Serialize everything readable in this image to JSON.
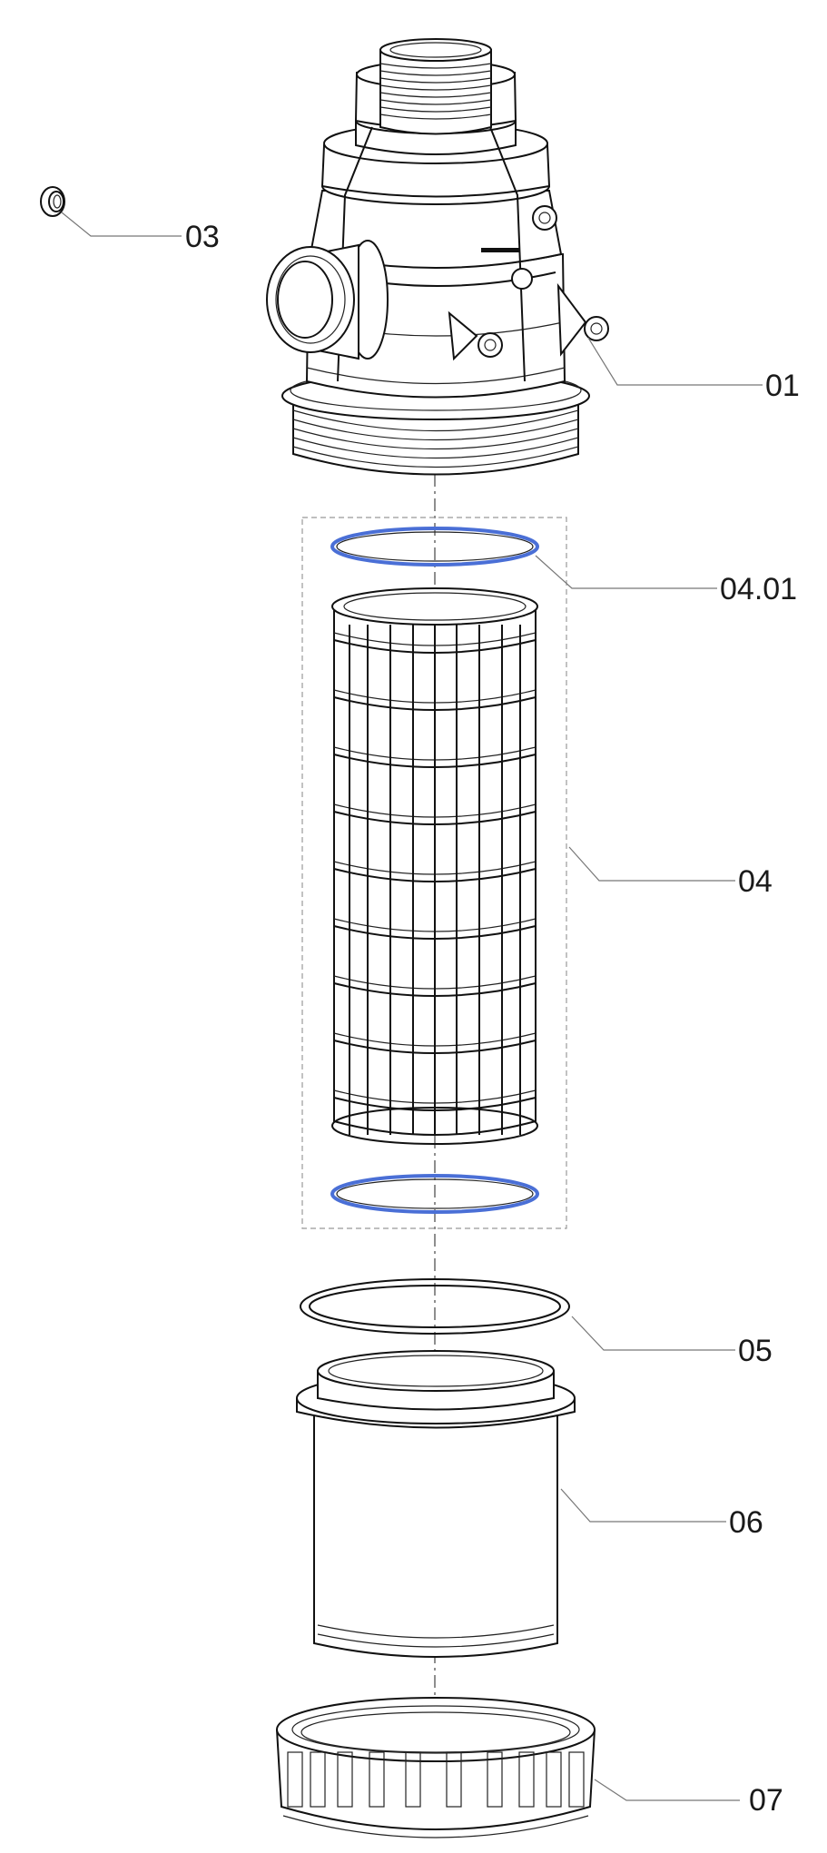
{
  "diagram": {
    "type": "exploded-parts-view",
    "accent_color": "#4a6fd6",
    "labels": {
      "p03": "03",
      "p01": "01",
      "p0401": "04.01",
      "p04": "04",
      "p05": "05",
      "p06": "06",
      "p07": "07"
    }
  }
}
